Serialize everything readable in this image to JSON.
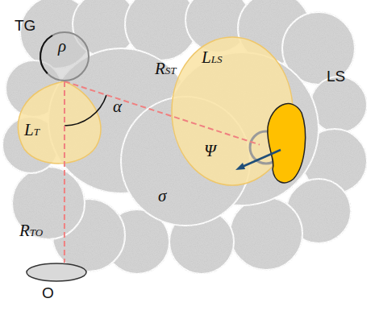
{
  "diagram": {
    "nodes": [
      {
        "text": [
          "TG"
        ]
      },
      {
        "text": [
          "LS"
        ]
      },
      {
        "text": [
          "O"
        ]
      }
    ],
    "edges": [
      {
        "from": 0,
        "to": 1,
        "arrow": "none",
        "label": "RST"
      },
      {
        "from": 0,
        "to": 2,
        "arrow": "none",
        "label": "RTO"
      }
    ],
    "labels": [
      "ρ",
      "α",
      "LT",
      "LLS",
      "Ψ",
      "σ"
    ]
  }
}
